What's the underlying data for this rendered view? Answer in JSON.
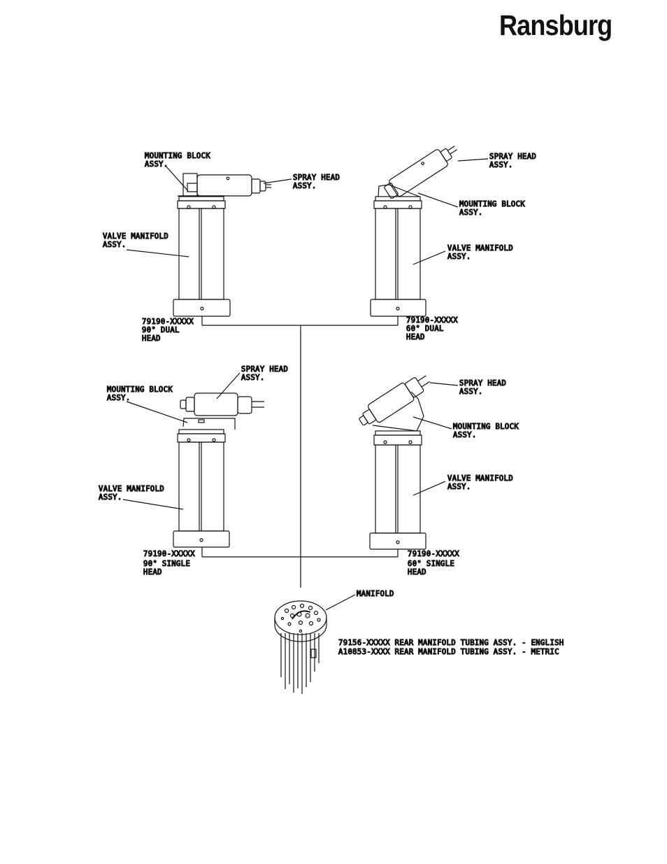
{
  "brand": {
    "logo_text": "Ransburg"
  },
  "assemblies": {
    "dual_90": {
      "mounting_block": [
        "MOUNTING BLOCK",
        "ASSY."
      ],
      "spray_head": [
        "SPRAY HEAD",
        "ASSY."
      ],
      "valve_manifold": [
        "VALVE MANIFOLD",
        "ASSY."
      ],
      "part": [
        "79190-XXXXX",
        "90° DUAL",
        "HEAD"
      ]
    },
    "dual_60": {
      "spray_head": [
        "SPRAY HEAD",
        "ASSY."
      ],
      "mounting_block": [
        "MOUNTING BLOCK",
        "ASSY."
      ],
      "valve_manifold": [
        "VALVE MANIFOLD",
        "ASSY."
      ],
      "part": [
        "79190-XXXXX",
        "60° DUAL",
        "HEAD"
      ]
    },
    "single_90": {
      "spray_head": [
        "SPRAY HEAD",
        "ASSY."
      ],
      "mounting_block": [
        "MOUNTING BLOCK",
        "ASSY."
      ],
      "valve_manifold": [
        "VALVE MANIFOLD",
        "ASSY."
      ],
      "part": [
        "79190-XXXXX",
        "90° SINGLE",
        "HEAD"
      ]
    },
    "single_60": {
      "spray_head": [
        "SPRAY HEAD",
        "ASSY."
      ],
      "mounting_block": [
        "MOUNTING BLOCK",
        "ASSY."
      ],
      "valve_manifold": [
        "VALVE MANIFOLD",
        "ASSY."
      ],
      "part": [
        "79190-XXXXX",
        "60° SINGLE",
        "HEAD"
      ]
    }
  },
  "manifold": {
    "label": "MANIFOLD",
    "tubing_english": "79156-XXXXX REAR MANIFOLD TUBING ASSY. - ENGLISH",
    "tubing_metric": "A10853-XXXX REAR MANIFOLD TUBING ASSY. - METRIC"
  }
}
